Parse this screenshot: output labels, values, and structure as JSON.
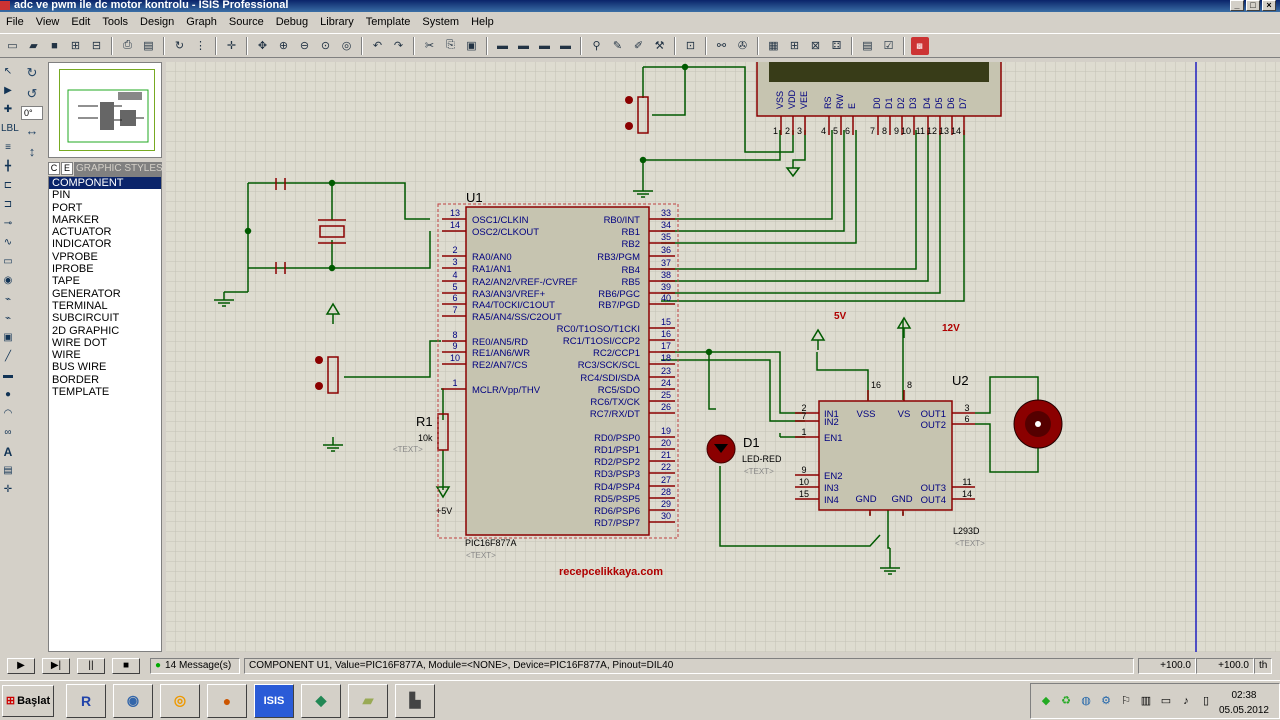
{
  "window": {
    "title": "adc ve pwm ile dc motor kontrolu - ISIS Professional"
  },
  "menu": [
    "File",
    "View",
    "Edit",
    "Tools",
    "Design",
    "Graph",
    "Source",
    "Debug",
    "Library",
    "Template",
    "System",
    "Help"
  ],
  "rotation": "0°",
  "picker": {
    "tab_c": "C",
    "tab_e": "E",
    "header": "GRAPHIC STYLES",
    "items": [
      "COMPONENT",
      "PIN",
      "PORT",
      "MARKER",
      "ACTUATOR",
      "INDICATOR",
      "VPROBE",
      "IPROBE",
      "TAPE",
      "GENERATOR",
      "TERMINAL",
      "SUBCIRCUIT",
      "2D GRAPHIC",
      "WIRE DOT",
      "WIRE",
      "BUS WIRE",
      "BORDER",
      "TEMPLATE"
    ],
    "selected": "COMPONENT"
  },
  "schematic": {
    "u1_ref": "U1",
    "u1_part": "PIC16F877A",
    "text_placeholder": "<TEXT>",
    "u1_left_pins": [
      {
        "num": "13",
        "name": "OSC1/CLKIN"
      },
      {
        "num": "14",
        "name": "OSC2/CLKOUT"
      },
      {
        "num": "2",
        "name": "RA0/AN0"
      },
      {
        "num": "3",
        "name": "RA1/AN1"
      },
      {
        "num": "4",
        "name": "RA2/AN2/VREF-/CVREF"
      },
      {
        "num": "5",
        "name": "RA3/AN3/VREF+"
      },
      {
        "num": "6",
        "name": "RA4/T0CKI/C1OUT"
      },
      {
        "num": "7",
        "name": "RA5/AN4/SS/C2OUT"
      },
      {
        "num": "8",
        "name": "RE0/AN5/RD"
      },
      {
        "num": "9",
        "name": "RE1/AN6/WR"
      },
      {
        "num": "10",
        "name": "RE2/AN7/CS"
      },
      {
        "num": "1",
        "name": "MCLR/Vpp/THV"
      }
    ],
    "u1_right_pins": [
      {
        "num": "33",
        "name": "RB0/INT"
      },
      {
        "num": "34",
        "name": "RB1"
      },
      {
        "num": "35",
        "name": "RB2"
      },
      {
        "num": "36",
        "name": "RB3/PGM"
      },
      {
        "num": "37",
        "name": "RB4"
      },
      {
        "num": "38",
        "name": "RB5"
      },
      {
        "num": "39",
        "name": "RB6/PGC"
      },
      {
        "num": "40",
        "name": "RB7/PGD"
      },
      {
        "num": "15",
        "name": "RC0/T1OSO/T1CKI"
      },
      {
        "num": "16",
        "name": "RC1/T1OSI/CCP2"
      },
      {
        "num": "17",
        "name": "RC2/CCP1"
      },
      {
        "num": "18",
        "name": "RC3/SCK/SCL"
      },
      {
        "num": "23",
        "name": "RC4/SDI/SDA"
      },
      {
        "num": "24",
        "name": "RC5/SDO"
      },
      {
        "num": "25",
        "name": "RC6/TX/CK"
      },
      {
        "num": "26",
        "name": "RC7/RX/DT"
      },
      {
        "num": "19",
        "name": "RD0/PSP0"
      },
      {
        "num": "20",
        "name": "RD1/PSP1"
      },
      {
        "num": "21",
        "name": "RD2/PSP2"
      },
      {
        "num": "22",
        "name": "RD3/PSP3"
      },
      {
        "num": "27",
        "name": "RD4/PSP4"
      },
      {
        "num": "28",
        "name": "RD5/PSP5"
      },
      {
        "num": "29",
        "name": "RD6/PSP6"
      },
      {
        "num": "30",
        "name": "RD7/PSP7"
      }
    ],
    "r1_ref": "R1",
    "r1_value": "10k",
    "plus5v_label": "+5V",
    "d1_ref": "D1",
    "d1_part": "LED-RED",
    "u2_ref": "U2",
    "u2_part": "L293D",
    "u2_top_pins": [
      {
        "num": "16",
        "name": "VSS"
      },
      {
        "num": "8",
        "name": "VS"
      }
    ],
    "u2_left_pins": [
      {
        "num": "2",
        "name": "IN1"
      },
      {
        "num": "7",
        "name": "IN2"
      },
      {
        "num": "1",
        "name": "EN1"
      },
      {
        "num": "9",
        "name": "EN2"
      },
      {
        "num": "10",
        "name": "IN3"
      },
      {
        "num": "15",
        "name": "IN4"
      }
    ],
    "u2_right_pins": [
      {
        "num": "3",
        "name": "OUT1"
      },
      {
        "num": "6",
        "name": "OUT2"
      },
      {
        "num": "11",
        "name": "OUT3"
      },
      {
        "num": "14",
        "name": "OUT4"
      }
    ],
    "u2_gnd": [
      "GND",
      "GND"
    ],
    "supply_5v": "5V",
    "supply_12v": "12V",
    "lcd_pins": [
      {
        "num": "1",
        "name": "VSS"
      },
      {
        "num": "2",
        "name": "VDD"
      },
      {
        "num": "3",
        "name": "VEE"
      },
      {
        "num": "4",
        "name": "RS"
      },
      {
        "num": "5",
        "name": "RW"
      },
      {
        "num": "6",
        "name": "E"
      },
      {
        "num": "7",
        "name": "D0"
      },
      {
        "num": "8",
        "name": "D1"
      },
      {
        "num": "9",
        "name": "D2"
      },
      {
        "num": "10",
        "name": "D3"
      },
      {
        "num": "11",
        "name": "D4"
      },
      {
        "num": "12",
        "name": "D5"
      },
      {
        "num": "13",
        "name": "D6"
      },
      {
        "num": "14",
        "name": "D7"
      }
    ],
    "watermark": "recepcelikkaya.com"
  },
  "status": {
    "messages": "14 Message(s)",
    "info": "COMPONENT U1, Value=PIC16F877A, Module=<NONE>, Device=PIC16F877A, Pinout=DIL40",
    "coord_x": "+100.0",
    "coord_y": "+100.0",
    "unit": "th"
  },
  "taskbar": {
    "start": "Başlat",
    "time": "02:38",
    "date": "05.05.2012"
  },
  "colors": {
    "wire": "#005a00",
    "component": "#8b0000",
    "body": "#c6c4b0",
    "pin_text": "#000080",
    "supply_label": "#b00000"
  }
}
